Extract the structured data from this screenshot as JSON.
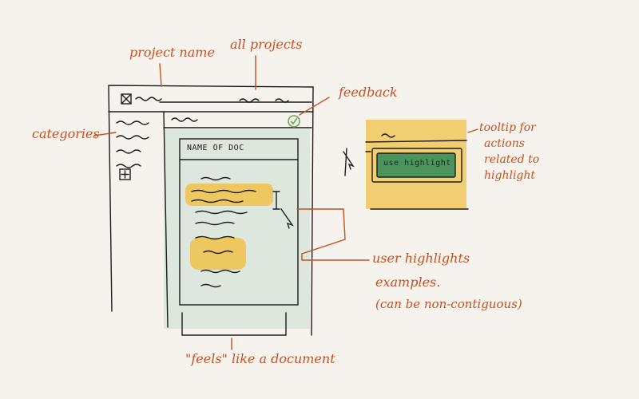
{
  "annotations": {
    "project_name": "project name",
    "all_projects": "all projects",
    "feedback": "feedback",
    "categories": "categories",
    "tooltip_line1": "tooltip for",
    "tooltip_line2": "actions",
    "tooltip_line3": "related to",
    "tooltip_line4": "highlight",
    "user_highlights_line1": "user highlights",
    "user_highlights_line2": "examples.",
    "user_highlights_line3": "(can be non-contiguous)",
    "feels_like_document": "\"feels\" like a document"
  },
  "mockup": {
    "doc_title": "NAME OF DOC",
    "tooltip_button": "use highlight"
  },
  "colors": {
    "annotation": "#c8501c",
    "ink": "#1c1c1c",
    "highlight": "#f0c24a",
    "panel_wash": "#c8dccf",
    "tooltip_button": "#2f8a5a",
    "feedback_icon": "#6aa84f"
  }
}
